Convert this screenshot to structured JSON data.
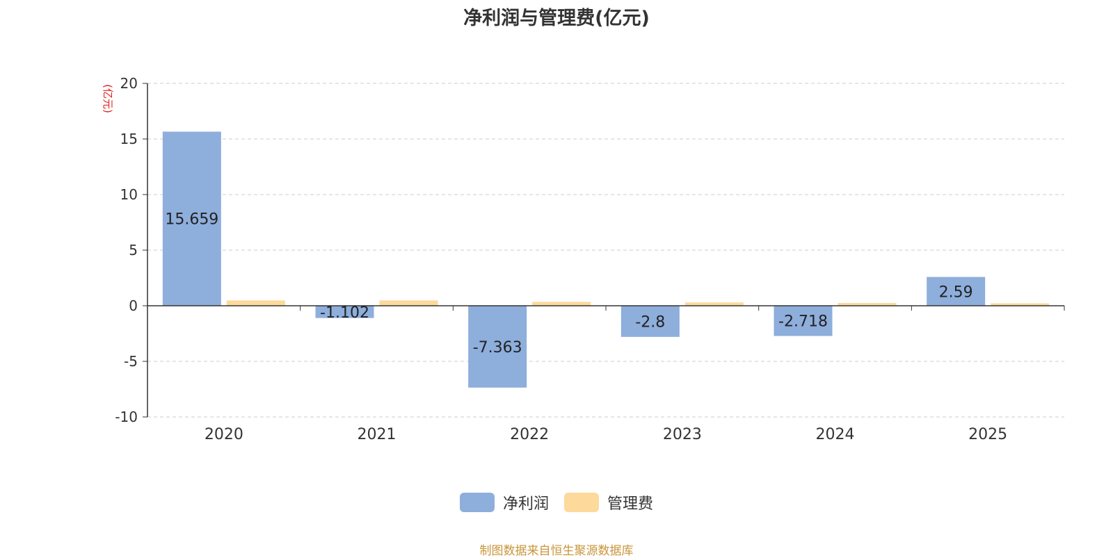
{
  "chart_data": {
    "type": "bar",
    "title": "净利润与管理费(亿元)",
    "ylabel": "(亿元)",
    "categories": [
      "2020",
      "2021",
      "2022",
      "2023",
      "2024",
      "2025"
    ],
    "series": [
      {
        "name": "净利润",
        "color": "#8eaedc",
        "values": [
          15.659,
          -1.102,
          -7.363,
          -2.8,
          -2.718,
          2.59
        ],
        "labels": [
          "15.659",
          "-1.102",
          "-7.363",
          "-2.8",
          "-2.718",
          "2.59"
        ]
      },
      {
        "name": "管理费",
        "color": "#fdd99b",
        "values": [
          0.48,
          0.48,
          0.35,
          0.3,
          0.25,
          0.22
        ]
      }
    ],
    "ylim": [
      -10,
      20
    ],
    "yticks": [
      20,
      15,
      10,
      5,
      0,
      -5,
      -10
    ],
    "grid": true,
    "legend_position": "bottom-center",
    "source": "制图数据来自恒生聚源数据库"
  }
}
